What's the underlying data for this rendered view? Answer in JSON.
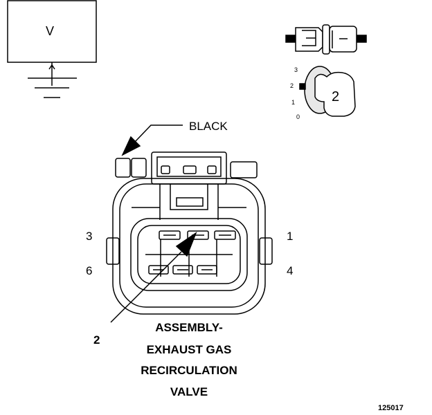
{
  "meter": {
    "symbol": "V"
  },
  "wire_color_label": "BLACK",
  "pin_numbers": {
    "p1": "1",
    "p3": "3",
    "p4": "4",
    "p6": "6"
  },
  "callout_number": "2",
  "inset": {
    "position_scale": [
      "3",
      "2",
      "1",
      "0"
    ],
    "key_number": "2"
  },
  "component_name_lines": [
    "ASSEMBLY-",
    "EXHAUST GAS",
    "RECIRCULATION",
    "VALVE"
  ],
  "figure_number": "125017"
}
